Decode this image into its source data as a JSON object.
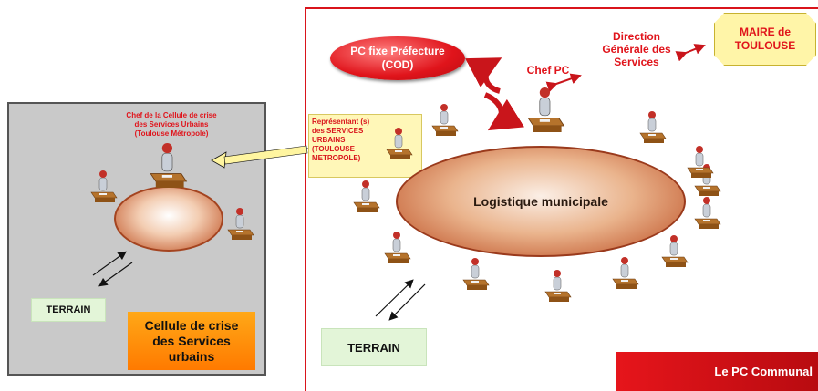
{
  "left_panel": {
    "chef_cellule": [
      "Chef de la Cellule de crise",
      "des Services Urbains",
      "(Toulouse Métropole)"
    ],
    "terrain": "TERRAIN",
    "title": [
      "Cellule de crise",
      "des Services",
      "urbains"
    ]
  },
  "right_panel": {
    "pc_fixe": [
      "PC fixe Préfecture",
      "(COD)"
    ],
    "chef_pc": "Chef PC",
    "direction": [
      "Direction",
      "Générale des",
      "Services"
    ],
    "maire": [
      "MAIRE de",
      "TOULOUSE"
    ],
    "representant": [
      "Représentant (s)",
      "des SERVICES",
      "URBAINS",
      "(TOULOUSE",
      "METROPOLE)"
    ],
    "logistique": "Logistique municipale",
    "terrain": "TERRAIN",
    "footer": "Le PC Communal"
  },
  "colors": {
    "accent_red": "#e0141b",
    "panel_gray": "#c9c9c9",
    "orange": "#ff8c00",
    "terrain_green": "#e3f5d8",
    "note_yellow": "#fff7b8"
  }
}
